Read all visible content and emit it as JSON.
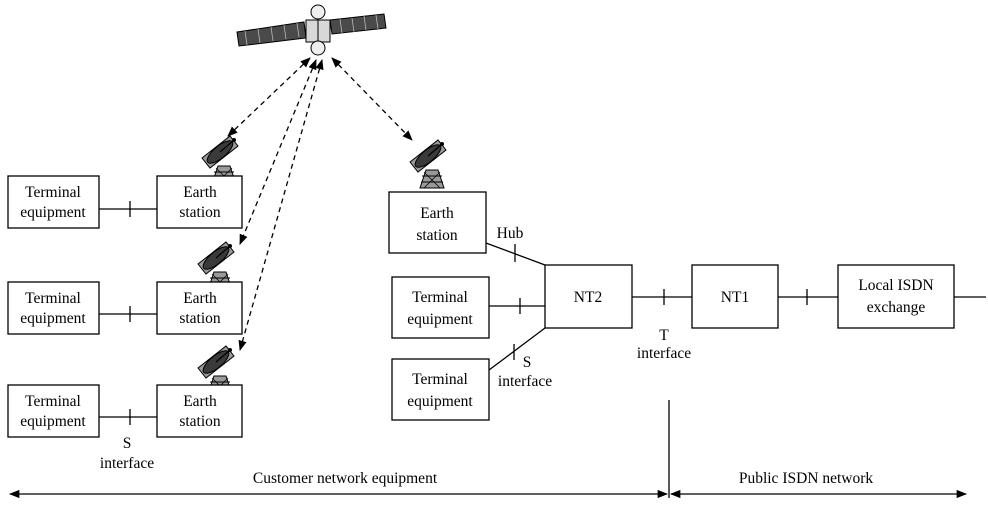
{
  "left_stations": [
    {
      "terminal_line1": "Terminal",
      "terminal_line2": "equipment",
      "earth_line1": "Earth",
      "earth_line2": "station"
    },
    {
      "terminal_line1": "Terminal",
      "terminal_line2": "equipment",
      "earth_line1": "Earth",
      "earth_line2": "station"
    },
    {
      "terminal_line1": "Terminal",
      "terminal_line2": "equipment",
      "earth_line1": "Earth",
      "earth_line2": "station"
    }
  ],
  "left_interface": {
    "line1": "S",
    "line2": "interface"
  },
  "hub_station": {
    "earth_line1": "Earth",
    "earth_line2": "station",
    "hub_label": "Hub"
  },
  "hub_terminals": [
    {
      "line1": "Terminal",
      "line2": "equipment"
    },
    {
      "line1": "Terminal",
      "line2": "equipment"
    }
  ],
  "hub_interface": {
    "line1": "S",
    "line2": "interface"
  },
  "nt2_label": "NT2",
  "t_interface": {
    "line1": "T",
    "line2": "interface"
  },
  "nt1_label": "NT1",
  "exchange": {
    "line1": "Local ISDN",
    "line2": "exchange"
  },
  "customer_span_label": "Customer network equipment",
  "public_span_label": "Public ISDN network",
  "icons": [
    "satellite-icon",
    "satellite-dish-icon"
  ]
}
